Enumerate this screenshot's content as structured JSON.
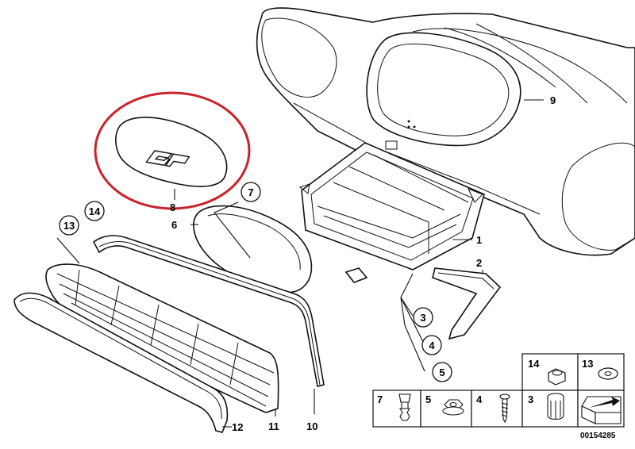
{
  "callouts": {
    "c1": "1",
    "c2": "2",
    "c3": "3",
    "c4": "4",
    "c5": "5",
    "c6": "6",
    "c7": "7",
    "c8": "8",
    "c9": "9",
    "c10": "10",
    "c11": "11",
    "c12": "12",
    "c13": "13",
    "c14": "14"
  },
  "legend": {
    "row1": [
      "14",
      "13"
    ],
    "row2": [
      "7",
      "5",
      "4",
      "3"
    ]
  },
  "reference_number": "00154285",
  "highlight_color": "#c8242c"
}
